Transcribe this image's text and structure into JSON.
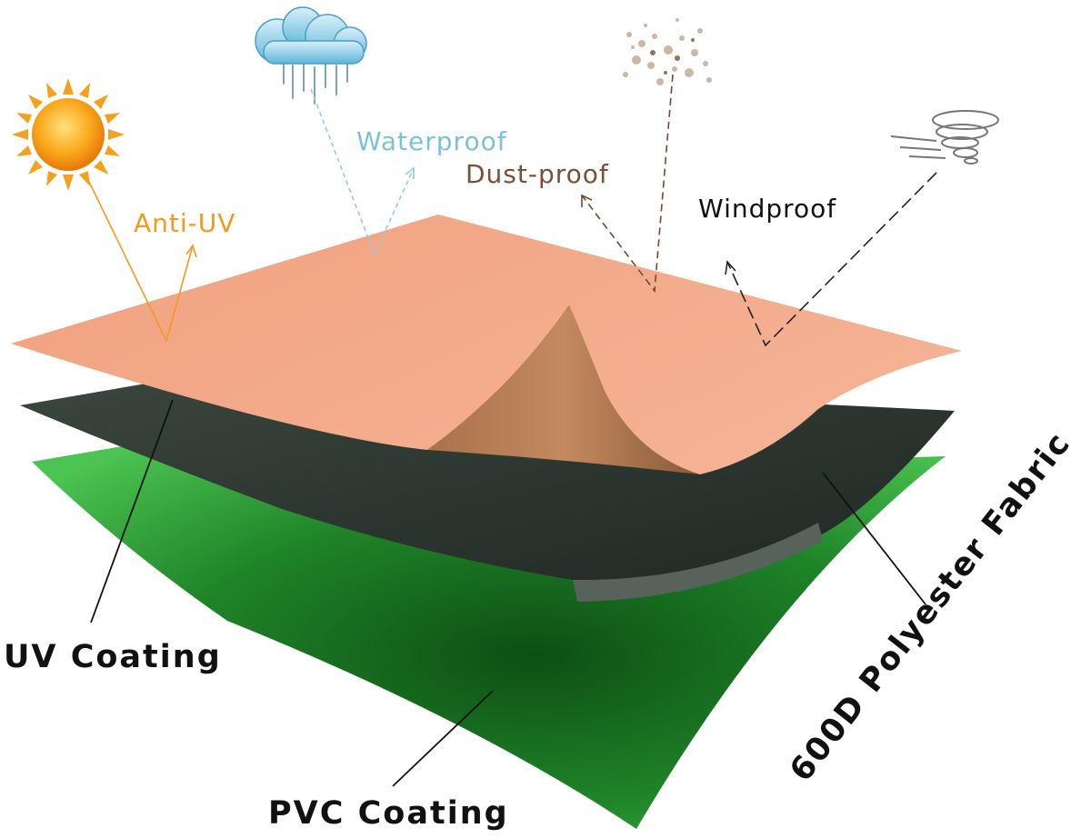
{
  "features": {
    "anti_uv": {
      "label": "Anti-UV",
      "color": "#f39a1e"
    },
    "waterproof": {
      "label": "Waterproof",
      "color": "#79c3d8"
    },
    "dust_proof": {
      "label": "Dust-proof",
      "color": "#7a4f36"
    },
    "windproof": {
      "label": "Windproof",
      "color": "#111111"
    }
  },
  "layers": {
    "uv_coating": "UV Coating",
    "polyester": "600D Polyester Fabric",
    "pvc_coating": "PVC Coating"
  },
  "colors": {
    "top_sheet": "#f2a987",
    "top_sheet_underside": "#b98158",
    "fabric_sheet": "#2e3a32",
    "pvc_sheet": "#34a83a",
    "pvc_sheet_dark": "#0f5a16"
  },
  "icons": [
    "sun-icon",
    "rain-cloud-icon",
    "dust-icon",
    "tornado-icon"
  ]
}
